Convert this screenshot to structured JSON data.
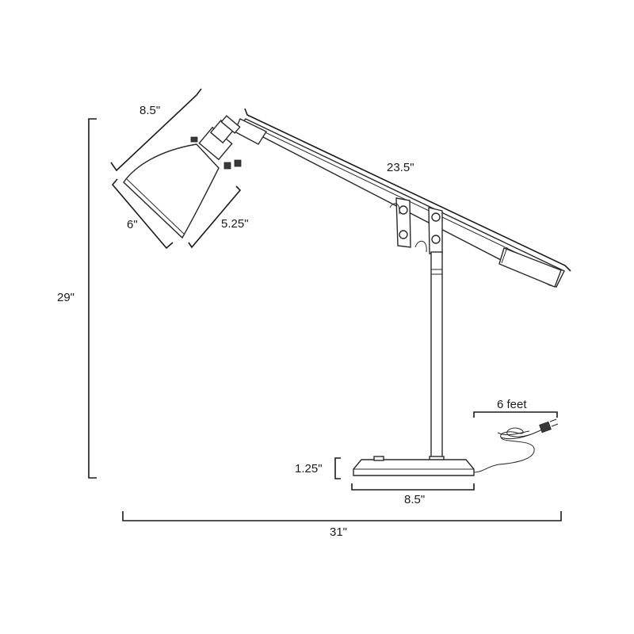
{
  "dimensions": {
    "shade_width": "8.5\"",
    "arm_length": "23.5\"",
    "shade_front": "6\"",
    "shade_side": "5.25\"",
    "total_height": "29\"",
    "cord_length": "6 feet",
    "base_height": "1.25\"",
    "base_width": "8.5\"",
    "total_width": "31\""
  }
}
